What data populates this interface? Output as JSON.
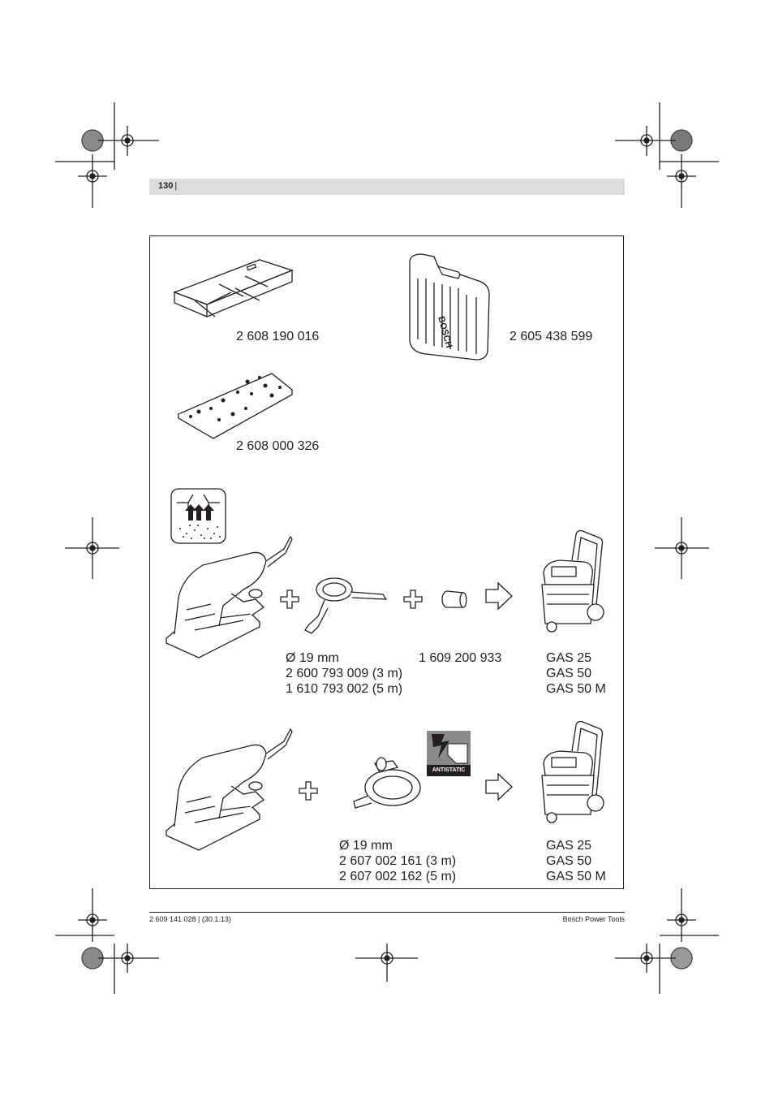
{
  "header": {
    "page_number": "130",
    "separator": "|"
  },
  "accessories": {
    "dust_box": {
      "part_number": "2 608 190 016"
    },
    "carrying_case": {
      "part_number": "2 605 438 599",
      "brand_text": "BOSCH"
    },
    "base_plate": {
      "part_number": "2 608 000 326"
    }
  },
  "extraction_row_1": {
    "hose_lines": [
      "Ø 19 mm",
      "2 600 793 009 (3 m)",
      "1 610 793 002 (5 m)"
    ],
    "adapter_part_number": "1 609 200 933",
    "vacuum_models": [
      "GAS 25",
      "GAS 50",
      "GAS 50 M"
    ]
  },
  "extraction_row_2": {
    "antistatic_label": "ANTISTATIC",
    "hose_lines": [
      "Ø 19 mm",
      "2 607 002 161 (3 m)",
      "2 607 002 162 (5 m)"
    ],
    "vacuum_models": [
      "GAS 25",
      "GAS 50",
      "GAS 50 M"
    ]
  },
  "footer": {
    "doc_code": "2 609 141 028 | (30.1.13)",
    "brand": "Bosch Power Tools"
  }
}
